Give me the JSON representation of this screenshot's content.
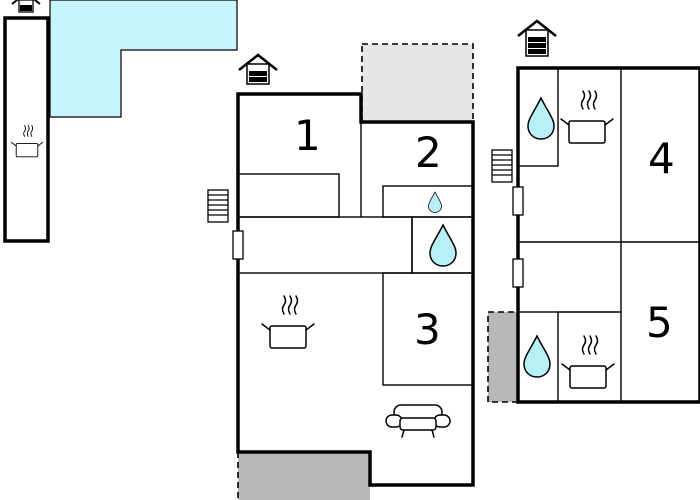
{
  "colors": {
    "wall": "#000000",
    "pool": "#c8f4fb",
    "terrace": "#b8b8b8",
    "terrace_light": "#e6e6e6",
    "water_drop": "#b8f0f8",
    "background": "#ffffff"
  },
  "rooms": [
    {
      "id": "1",
      "label": "1"
    },
    {
      "id": "2",
      "label": "2"
    },
    {
      "id": "3",
      "label": "3"
    },
    {
      "id": "4",
      "label": "4"
    },
    {
      "id": "5",
      "label": "5"
    }
  ],
  "icons": [
    "house-entrance-icon",
    "water-drop-icon",
    "cooking-pot-icon",
    "sofa-icon",
    "stairs-icon",
    "window-icon"
  ]
}
